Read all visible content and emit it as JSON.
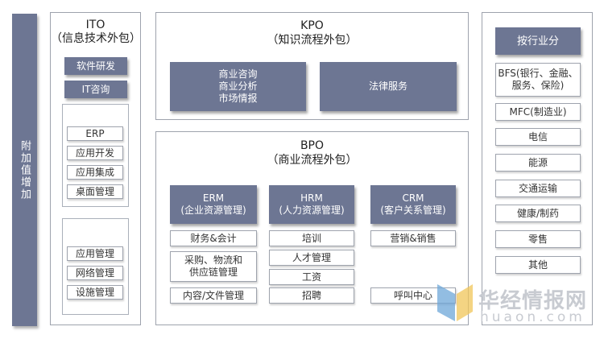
{
  "left_bar": {
    "label": "附加值增加"
  },
  "ito": {
    "title": "ITO",
    "subtitle": "（信息技术外包）",
    "tags": [
      "软件研发",
      "IT咨询"
    ],
    "group1": [
      "ERP",
      "应用开发",
      "应用集成",
      "桌面管理"
    ],
    "group2": [
      "应用管理",
      "网络管理",
      "设施管理"
    ]
  },
  "kpo": {
    "title": "KPO",
    "subtitle": "（知识流程外包）",
    "block1": "商业咨询\n商业分析\n市场情报",
    "block2": "法律服务"
  },
  "bpo": {
    "title": "BPO",
    "subtitle": "（商业流程外包）",
    "columns": [
      {
        "header": "ERM\n(企业资源管理)",
        "items": [
          "财务&会计",
          "采购、物流和\n供应链管理",
          "内容/文件管理"
        ]
      },
      {
        "header": "HRM\n(人力资源管理)",
        "items": [
          "培训",
          "人才管理",
          "工资",
          "招聘"
        ]
      },
      {
        "header": "CRM\n(客户关系管理)",
        "items": [
          "营销&销售",
          "呼叫中心"
        ]
      }
    ]
  },
  "industry": {
    "header": "按行业分",
    "items": [
      "BFS(银行、金融、\n服务、保险)",
      "MFC(制造业)",
      "电信",
      "能源",
      "交通运输",
      "健康/制药",
      "零售",
      "其他"
    ]
  },
  "watermark": {
    "cn": "华经情报网",
    "en": "huaon.com"
  },
  "colors": {
    "dark": "#6d7693",
    "border": "#9ea3ad",
    "logo_blue": "#6ea7d8",
    "logo_yellow": "#f0c65a"
  }
}
